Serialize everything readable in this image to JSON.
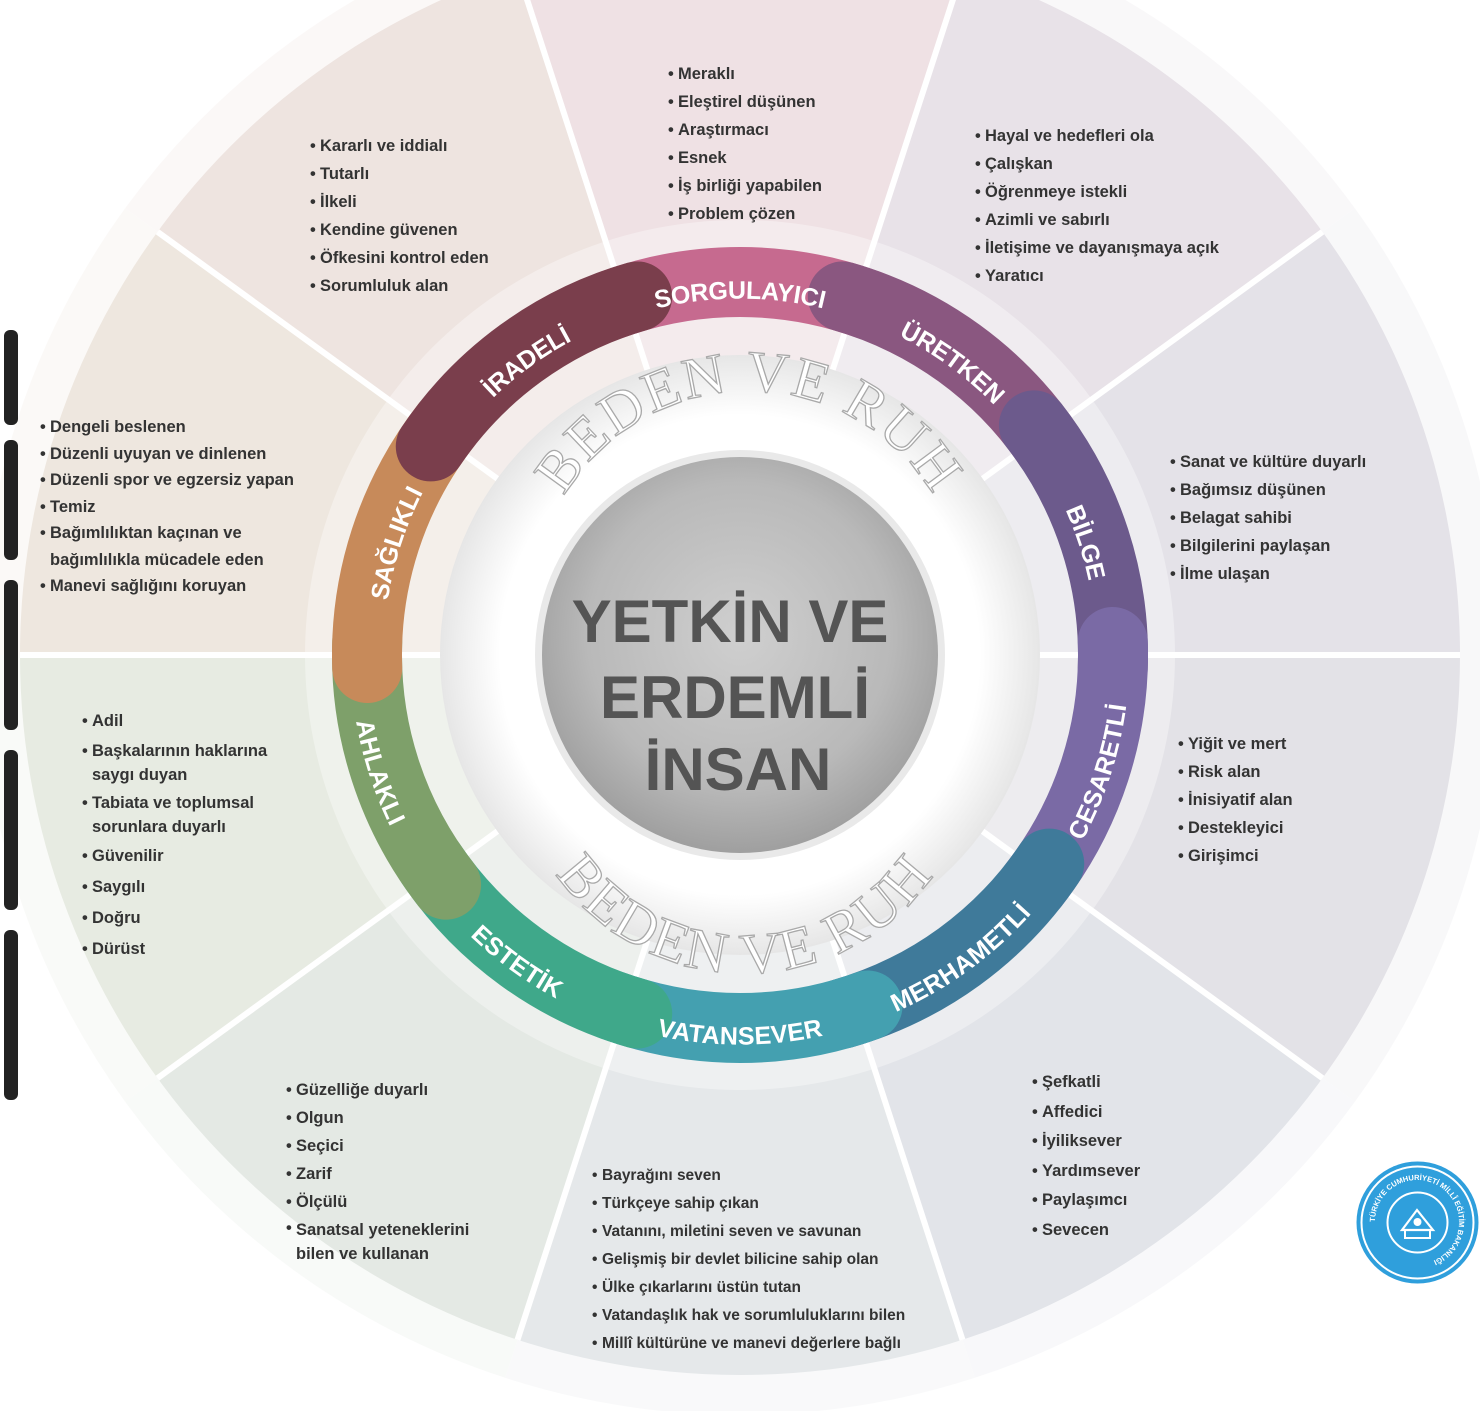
{
  "center": {
    "line1": "YETKİN VE",
    "line2": "ERDEMLİ",
    "line3": "İNSAN",
    "arc_top": "BEDEN VE RUH",
    "arc_bottom": "BEDEN VE RUH"
  },
  "ring": [
    {
      "label": "SORGULAYICI",
      "color": "#c66a8f"
    },
    {
      "label": "ÜRETKEN",
      "color": "#8a5780"
    },
    {
      "label": "BİLGE",
      "color": "#6c5a8c"
    },
    {
      "label": "CESARETLİ",
      "color": "#7a6aa5"
    },
    {
      "label": "MERHAMETLİ",
      "color": "#3f7a9a"
    },
    {
      "label": "VATANSEVER",
      "color": "#44a0b0"
    },
    {
      "label": "ESTETİK",
      "color": "#3fa88a"
    },
    {
      "label": "AHLAKLI",
      "color": "#7ea06a"
    },
    {
      "label": "SAĞLIKLI",
      "color": "#c78a5a"
    },
    {
      "label": "İRADELİ",
      "color": "#7a3e4c"
    }
  ],
  "sections": {
    "sorgulayici": [
      "Meraklı",
      "Eleştirel düşünen",
      "Araştırmacı",
      "Esnek",
      "İş birliği yapabilen",
      "Problem çözen"
    ],
    "uretken": [
      "Hayal ve hedefleri ola",
      "Çalışkan",
      "Öğrenmeye istekli",
      "Azimli ve sabırlı",
      "İletişime ve dayanışmaya açık",
      "Yaratıcı"
    ],
    "bilge": [
      "Sanat ve kültüre duyarlı",
      "Bağımsız düşünen",
      "Belagat sahibi",
      "Bilgilerini paylaşan",
      "İlme ulaşan"
    ],
    "cesaretli": [
      "Yiğit ve mert",
      "Risk alan",
      "İnisiyatif alan",
      "Destekleyici",
      "Girişimci"
    ],
    "merhametli": [
      "Şefkatli",
      "Affedici",
      "İyiliksever",
      "Yardımsever",
      "Paylaşımcı",
      "Sevecen"
    ],
    "vatansever": [
      "Bayrağını seven",
      "Türkçeye sahip çıkan",
      "Vatanını, miletini seven ve savunan",
      "Gelişmiş bir devlet bilicine sahip olan",
      "Ülke çıkarlarını üstün tutan",
      "Vatandaşlık hak ve sorumluluklarını bilen",
      "Millî kültürüne ve manevi değerlere bağlı"
    ],
    "estetik": [
      "Güzelliğe duyarlı",
      "Olgun",
      "Seçici",
      "Zarif",
      "Ölçülü",
      "Sanatsal yeteneklerini bilen ve kullanan"
    ],
    "ahlakli": [
      "Adil",
      "Başkalarının haklarına saygı duyan",
      "Tabiata ve toplumsal sorunlara duyarlı",
      "Güvenilir",
      "Saygılı",
      "Doğru",
      "Dürüst"
    ],
    "saglikli": [
      "Dengeli beslenen",
      "Düzenli uyuyan ve dinlenen",
      "Düzenli spor ve egzersiz yapan",
      "Temiz",
      "Bağımlılıktan kaçınan ve bağımlılıkla mücadele eden",
      "Manevi sağlığını koruyan"
    ],
    "iradeli": [
      "Kararlı ve iddialı",
      "Tutarlı",
      "İlkeli",
      "Kendine güvenen",
      "Öfkesini kontrol eden",
      "Sorumluluk alan"
    ]
  },
  "seal": {
    "text": "TÜRKİYE CUMHURİYETİ MİLLÎ EĞİTİM BAKANLIĞI",
    "color": "#2f9fdc"
  }
}
